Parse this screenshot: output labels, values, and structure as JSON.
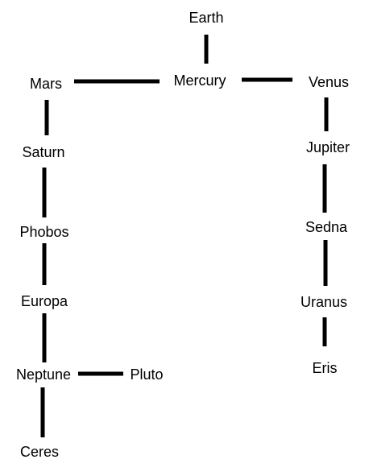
{
  "diagram": {
    "line_color": "#000000",
    "nodes": {
      "earth": "Earth",
      "mercury": "Mercury",
      "mars": "Mars",
      "venus": "Venus",
      "saturn": "Saturn",
      "jupiter": "Jupiter",
      "phobos": "Phobos",
      "sedna": "Sedna",
      "europa": "Europa",
      "uranus": "Uranus",
      "neptune": "Neptune",
      "pluto": "Pluto",
      "eris": "Eris",
      "ceres": "Ceres"
    },
    "edges": [
      [
        "earth",
        "mercury"
      ],
      [
        "mercury",
        "mars"
      ],
      [
        "mercury",
        "venus"
      ],
      [
        "mars",
        "saturn"
      ],
      [
        "saturn",
        "phobos"
      ],
      [
        "phobos",
        "europa"
      ],
      [
        "europa",
        "neptune"
      ],
      [
        "neptune",
        "pluto"
      ],
      [
        "neptune",
        "ceres"
      ],
      [
        "venus",
        "jupiter"
      ],
      [
        "jupiter",
        "sedna"
      ],
      [
        "sedna",
        "uranus"
      ],
      [
        "uranus",
        "eris"
      ]
    ]
  }
}
